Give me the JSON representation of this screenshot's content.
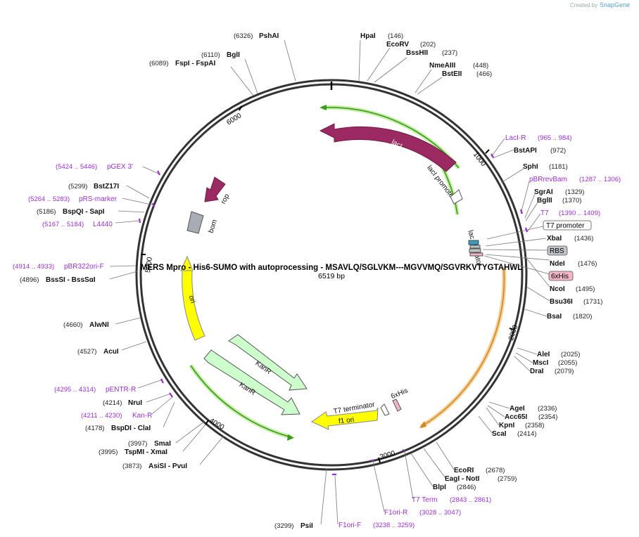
{
  "header": {
    "watermark_prefix": "Created by",
    "watermark_brand": "SnapGene"
  },
  "plasmid": {
    "name": "MERS Mpro - His6-SUMO with autoprocessing - MSAVLQ/SGLVKM---MGVVMQ/SGVRKVTYGTAHWL",
    "size_label": "6519 bp",
    "length": 6519
  },
  "ticks": [
    "1000",
    "2000",
    "3000",
    "4000",
    "5000",
    "6000"
  ],
  "enzymes": [
    {
      "name": "PshAI",
      "pos": "(6326)"
    },
    {
      "name": "HpaI",
      "pos": "(146)"
    },
    {
      "name": "EcoRV",
      "pos": "(202)"
    },
    {
      "name": "BssHII",
      "pos": "(237)"
    },
    {
      "name": "NmeAIII",
      "pos": "(448)"
    },
    {
      "name": "BstEII",
      "pos": "(466)"
    },
    {
      "name": "BglI",
      "pos": "(6110)"
    },
    {
      "name": "FspI - FspAI",
      "pos": "(6089)"
    },
    {
      "name": "BstAPI",
      "pos": "(972)"
    },
    {
      "name": "SphI",
      "pos": "(1181)"
    },
    {
      "name": "SgrAI",
      "pos": "(1329)"
    },
    {
      "name": "BglII",
      "pos": "(1370)"
    },
    {
      "name": "XbaI",
      "pos": "(1436)"
    },
    {
      "name": "NdeI",
      "pos": "(1476)"
    },
    {
      "name": "NcoI",
      "pos": "(1495)"
    },
    {
      "name": "Bsu36I",
      "pos": "(1731)"
    },
    {
      "name": "BsaI",
      "pos": "(1820)"
    },
    {
      "name": "AleI",
      "pos": "(2025)"
    },
    {
      "name": "MscI",
      "pos": "(2055)"
    },
    {
      "name": "DraI",
      "pos": "(2079)"
    },
    {
      "name": "AgeI",
      "pos": "(2336)"
    },
    {
      "name": "Acc65I",
      "pos": "(2354)"
    },
    {
      "name": "KpnI",
      "pos": "(2358)"
    },
    {
      "name": "ScaI",
      "pos": "(2414)"
    },
    {
      "name": "EcoRI",
      "pos": "(2678)"
    },
    {
      "name": "EagI - NotI",
      "pos": "(2759)"
    },
    {
      "name": "BlpI",
      "pos": "(2846)"
    },
    {
      "name": "PsiI",
      "pos": "(3299)"
    },
    {
      "name": "BstZ17I",
      "pos": "(5299)"
    },
    {
      "name": "BspQI - SapI",
      "pos": "(5186)"
    },
    {
      "name": "BssSI - BssSαI",
      "pos": "(4896)"
    },
    {
      "name": "AlwNI",
      "pos": "(4660)"
    },
    {
      "name": "AcuI",
      "pos": "(4527)"
    },
    {
      "name": "NruI",
      "pos": "(4214)"
    },
    {
      "name": "BspDI - ClaI",
      "pos": "(4178)"
    },
    {
      "name": "SmaI",
      "pos": "(3997)"
    },
    {
      "name": "TspMI - XmaI",
      "pos": "(3995)"
    },
    {
      "name": "AsiSI - PvuI",
      "pos": "(3873)"
    }
  ],
  "primers": [
    {
      "name": "LacI-R",
      "range": "(965 .. 984)"
    },
    {
      "name": "pBRrevBam",
      "range": "(1287 .. 1306)"
    },
    {
      "name": "T7",
      "range": "(1390 .. 1409)"
    },
    {
      "name": "T7 Term",
      "range": "(2843 .. 2861)"
    },
    {
      "name": "F1ori-R",
      "range": "(3028 .. 3047)"
    },
    {
      "name": "F1ori-F",
      "range": "(3238 .. 3259)"
    },
    {
      "name": "pGEX 3'",
      "range": "(5424 .. 5446)"
    },
    {
      "name": "pRS-marker",
      "range": "(5264 .. 5283)"
    },
    {
      "name": "L4440",
      "range": "(5167 .. 5184)"
    },
    {
      "name": "pBR322ori-F",
      "range": "(4914 .. 4933)"
    },
    {
      "name": "pENTR-R",
      "range": "(4295 .. 4314)"
    },
    {
      "name": "Kan-R",
      "range": "(4211 .. 4230)"
    }
  ],
  "features": {
    "lacI": "lacI",
    "lacI_promoter": "lacI promoter",
    "lac_operator": "lac operator",
    "rop": "rop",
    "bom": "bom",
    "ori": "ori",
    "KanR_1": "KanR",
    "KanR_2": "KanR",
    "f1_ori": "f1 ori",
    "T7_terminator": "T7 terminator",
    "6xHis_inner": "6xHis",
    "T7_promoter": "T7 promoter",
    "RBS": "RBS",
    "6xHis": "6xHis"
  },
  "colors": {
    "lacI": "#9b2a63",
    "primer": "#9b30d0",
    "ori": "#ffff00",
    "kanR": "#ccffcc",
    "orf_glow": "#f5c889",
    "green_line": "#3a9a1e",
    "rbs": "#c0c4c8",
    "his": "#f2b6c6"
  }
}
